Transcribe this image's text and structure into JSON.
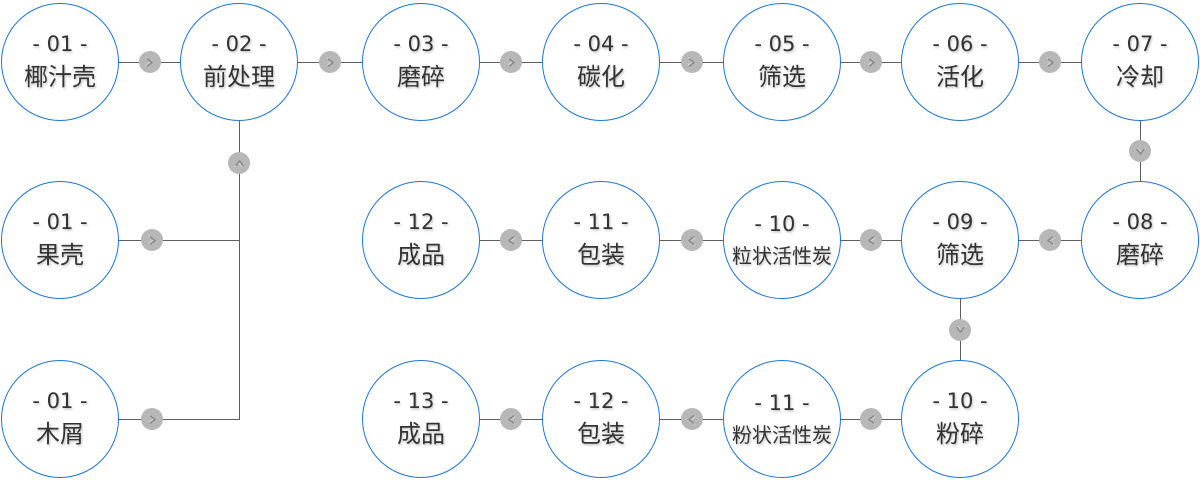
{
  "diagram": {
    "colors": {
      "node_border": "#1f76d2",
      "node_fill": "#ffffff",
      "text": "#333333",
      "line": "#5e5e5e",
      "badge_bg": "#b7b7b7",
      "badge_chevron": "#8a8a8a",
      "background": "#ffffff"
    },
    "nodes": [
      {
        "id": "r1c1",
        "number": "- 01 -",
        "label": "椰汁壳",
        "col": 0,
        "row": 0
      },
      {
        "id": "r1c2",
        "number": "- 02 -",
        "label": "前处理",
        "col": 1,
        "row": 0
      },
      {
        "id": "r1c3",
        "number": "- 03 -",
        "label": "磨碎",
        "col": 2,
        "row": 0
      },
      {
        "id": "r1c4",
        "number": "- 04 -",
        "label": "碳化",
        "col": 3,
        "row": 0
      },
      {
        "id": "r1c5",
        "number": "- 05 -",
        "label": "筛选",
        "col": 4,
        "row": 0
      },
      {
        "id": "r1c6",
        "number": "- 06 -",
        "label": "活化",
        "col": 5,
        "row": 0
      },
      {
        "id": "r1c7",
        "number": "- 07 -",
        "label": "冷却",
        "col": 6,
        "row": 0
      },
      {
        "id": "r2c1",
        "number": "- 01 -",
        "label": "果壳",
        "col": 0,
        "row": 1
      },
      {
        "id": "r2c3",
        "number": "- 12 -",
        "label": "成品",
        "col": 2,
        "row": 1
      },
      {
        "id": "r2c4",
        "number": "- 11 -",
        "label": "包装",
        "col": 3,
        "row": 1
      },
      {
        "id": "r2c5",
        "number": "- 10 -",
        "label": "粒状活性炭",
        "col": 4,
        "row": 1
      },
      {
        "id": "r2c6",
        "number": "- 09 -",
        "label": "筛选",
        "col": 5,
        "row": 1
      },
      {
        "id": "r2c7",
        "number": "- 08 -",
        "label": "磨碎",
        "col": 6,
        "row": 1
      },
      {
        "id": "r3c1",
        "number": "- 01 -",
        "label": "木屑",
        "col": 0,
        "row": 2
      },
      {
        "id": "r3c3",
        "number": "- 13 -",
        "label": "成品",
        "col": 2,
        "row": 2
      },
      {
        "id": "r3c4",
        "number": "- 12 -",
        "label": "包装",
        "col": 3,
        "row": 2
      },
      {
        "id": "r3c5",
        "number": "- 11 -",
        "label": "粉状活性炭",
        "col": 4,
        "row": 2
      },
      {
        "id": "r3c6",
        "number": "- 10 -",
        "label": "粉碎",
        "col": 5,
        "row": 2
      }
    ],
    "edges": [
      {
        "kind": "h",
        "from": "r1c1",
        "to": "r1c2",
        "arrow": "right"
      },
      {
        "kind": "h",
        "from": "r1c2",
        "to": "r1c3",
        "arrow": "right"
      },
      {
        "kind": "h",
        "from": "r1c3",
        "to": "r1c4",
        "arrow": "right"
      },
      {
        "kind": "h",
        "from": "r1c4",
        "to": "r1c5",
        "arrow": "right"
      },
      {
        "kind": "h",
        "from": "r1c5",
        "to": "r1c6",
        "arrow": "right"
      },
      {
        "kind": "h",
        "from": "r1c6",
        "to": "r1c7",
        "arrow": "right"
      },
      {
        "kind": "v",
        "from": "r1c7",
        "to": "r2c7",
        "arrow": "down"
      },
      {
        "kind": "h",
        "from": "r2c7",
        "to": "r2c6",
        "arrow": "left"
      },
      {
        "kind": "h",
        "from": "r2c6",
        "to": "r2c5",
        "arrow": "left"
      },
      {
        "kind": "h",
        "from": "r2c5",
        "to": "r2c4",
        "arrow": "left"
      },
      {
        "kind": "h",
        "from": "r2c4",
        "to": "r2c3",
        "arrow": "left"
      },
      {
        "kind": "v",
        "from": "r2c6",
        "to": "r3c6",
        "arrow": "down"
      },
      {
        "kind": "h",
        "from": "r3c6",
        "to": "r3c5",
        "arrow": "left"
      },
      {
        "kind": "h",
        "from": "r3c5",
        "to": "r3c4",
        "arrow": "left"
      },
      {
        "kind": "h",
        "from": "r3c4",
        "to": "r3c3",
        "arrow": "left"
      },
      {
        "kind": "branch",
        "from": "r2c1",
        "to": "r1c2",
        "arrow": "right"
      },
      {
        "kind": "branch",
        "from": "r3c1",
        "to": "r1c2",
        "arrow": "right"
      },
      {
        "kind": "trunk",
        "from": "r1c2",
        "toRow": 2,
        "arrow": "up"
      }
    ]
  }
}
